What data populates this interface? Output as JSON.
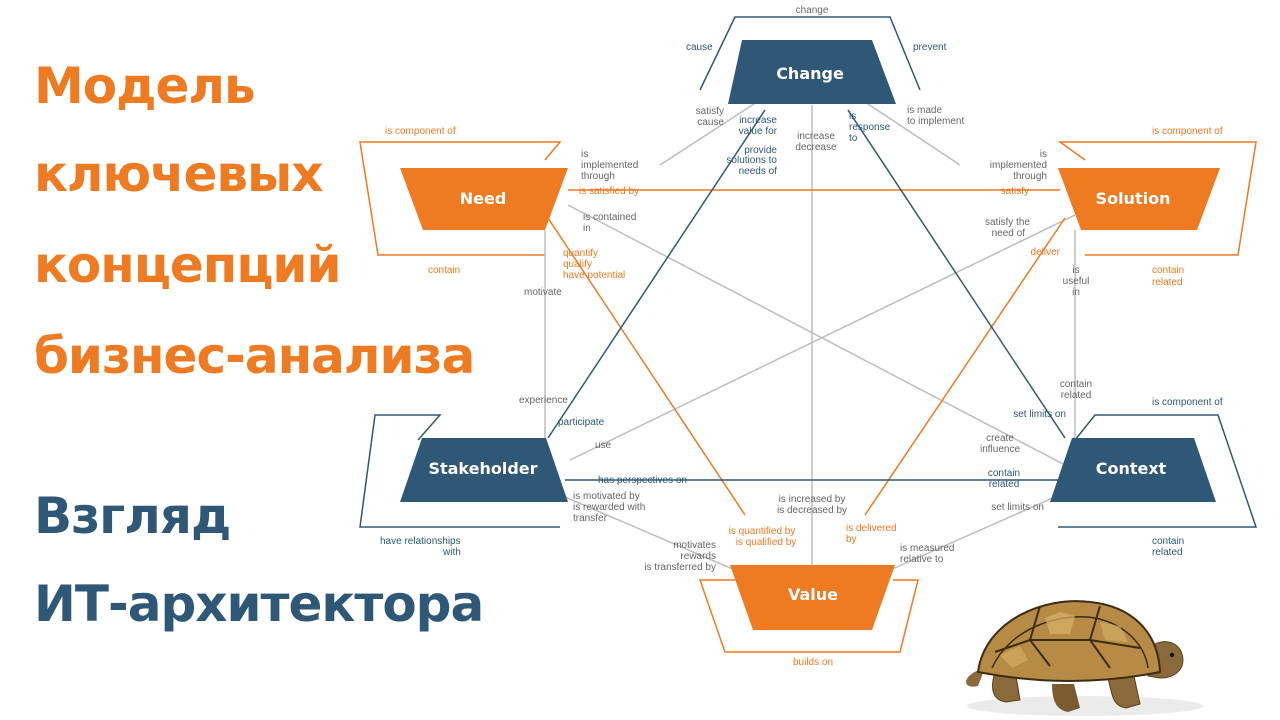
{
  "title": {
    "line1": "Модель",
    "line2": "ключевых",
    "line3": "концепций",
    "line4": "бизнес-анализа",
    "sub1": "Взгляд",
    "sub2": "ИТ-архитектора"
  },
  "colors": {
    "orange": "#EE7A22",
    "blue": "#2F5876",
    "gray": "#BDBDBD"
  },
  "nodes": {
    "change": "Change",
    "need": "Need",
    "solution": "Solution",
    "stakeholder": "Stakeholder",
    "context": "Context",
    "value": "Value"
  },
  "self_labels": {
    "change_top": "change",
    "change_left": "cause",
    "change_right": "prevent",
    "need_top": "is component of",
    "need_bottom": "contain",
    "solution_top": "is component of",
    "solution_bottom1": "contain",
    "solution_bottom2": "related",
    "stakeholder_bottom1": "have relationships",
    "stakeholder_bottom2": "with",
    "context_top": "is component of",
    "context_bottom1": "contain",
    "context_bottom2": "related",
    "value_bottom": "builds on"
  },
  "edge_labels": {
    "satisfy_cause1": "satisfy",
    "satisfy_cause2": "cause",
    "increase_value1": "increase",
    "increase_value2": "value for",
    "provide_sol1": "provide",
    "provide_sol2": "solutions to",
    "provide_sol3": "needs of",
    "inc_dec1": "increase",
    "inc_dec2": "decrease",
    "is_response1": "is",
    "is_response2": "response",
    "is_response3": "to",
    "is_made1": "is made",
    "is_made2": "to implement",
    "need_impl1": "is",
    "need_impl2": "implemented",
    "need_impl3": "through",
    "need_satisfied": "is satisfied by",
    "need_contained1": "is contained",
    "need_contained2": "in",
    "quantify1": "quantify",
    "quantify2": "qualify",
    "quantify3": "have potential",
    "motivate": "motivate",
    "sol_impl1": "is",
    "sol_impl2": "implemented",
    "sol_impl3": "through",
    "satisfy": "satisfy",
    "satisfy_need1": "satisfy the",
    "satisfy_need2": "need of",
    "deliver": "deliver",
    "useful1": "is",
    "useful2": "useful",
    "useful3": "in",
    "contain_rel1": "contain",
    "contain_rel2": "related",
    "experience": "experience",
    "participate": "participate",
    "use": "use",
    "set_limits_on_top": "set limits on",
    "create_infl1": "create",
    "create_infl2": "influence",
    "has_perspectives": "has perspectives on",
    "ctx_contain1": "contain",
    "ctx_contain2": "related",
    "motivated1": "is motivated by",
    "motivated2": "is rewarded with",
    "motivated3": "transfer",
    "inc_by1": "is increased by",
    "inc_by2": "is decreased by",
    "set_limits_on_bottom": "set limits on",
    "motivates1": "motivates",
    "motivates2": "rewards",
    "motivates3": "is transferred by",
    "quantified1": "is quantified by",
    "quantified2": "is qualified by",
    "delivered1": "is delivered",
    "delivered2": "by",
    "measured1": "is measured",
    "measured2": "relative to"
  }
}
